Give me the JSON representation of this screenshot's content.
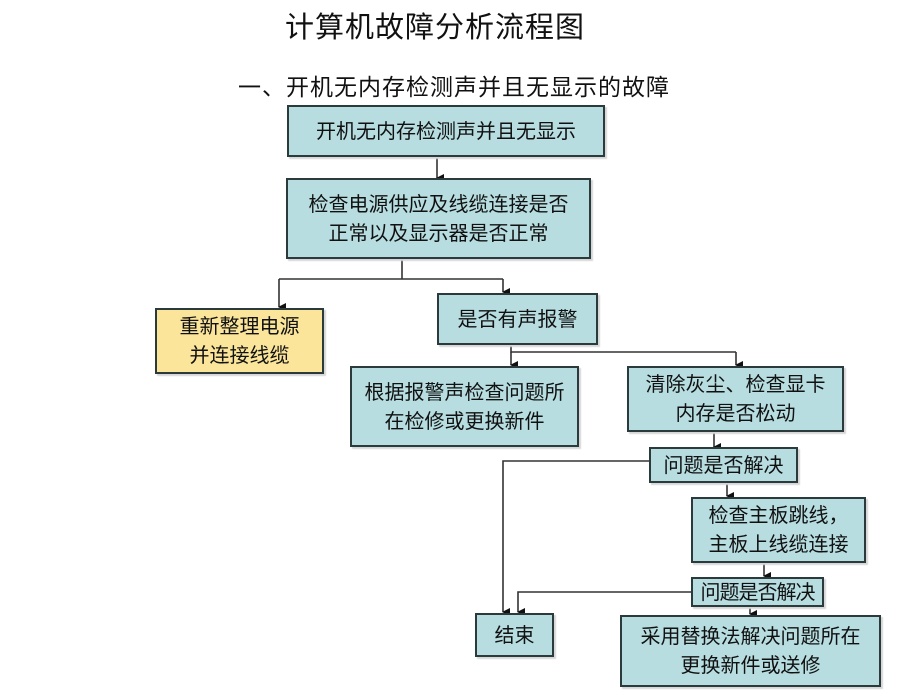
{
  "title": "计算机故障分析流程图",
  "subtitle": "一、开机无内存检测声并且无显示的故障",
  "colors": {
    "box_fill": "#b7dde0",
    "highlight_fill": "#fbe59a",
    "border": "#2b3a3a",
    "connector": "#333333"
  },
  "nodes": {
    "start": "开机无内存检测声并且无显示",
    "check_power": "检查电源供应及线缆连接是否\n正常以及显示器是否正常",
    "reconnect": "重新整理电源\n并连接线缆",
    "alarm": "是否有声报警",
    "check_by_alarm": "根据报警声检查问题所\n在检修或更换新件",
    "clean": "清除灰尘、检查显卡\n内存是否松动",
    "solved_1": "问题是否解决",
    "mainboard": "检查主板跳线，\n主板上线缆连接",
    "solved_2": "问题是否解决",
    "end": "结束",
    "replace": "采用替换法解决问题所在\n更换新件或送修"
  }
}
